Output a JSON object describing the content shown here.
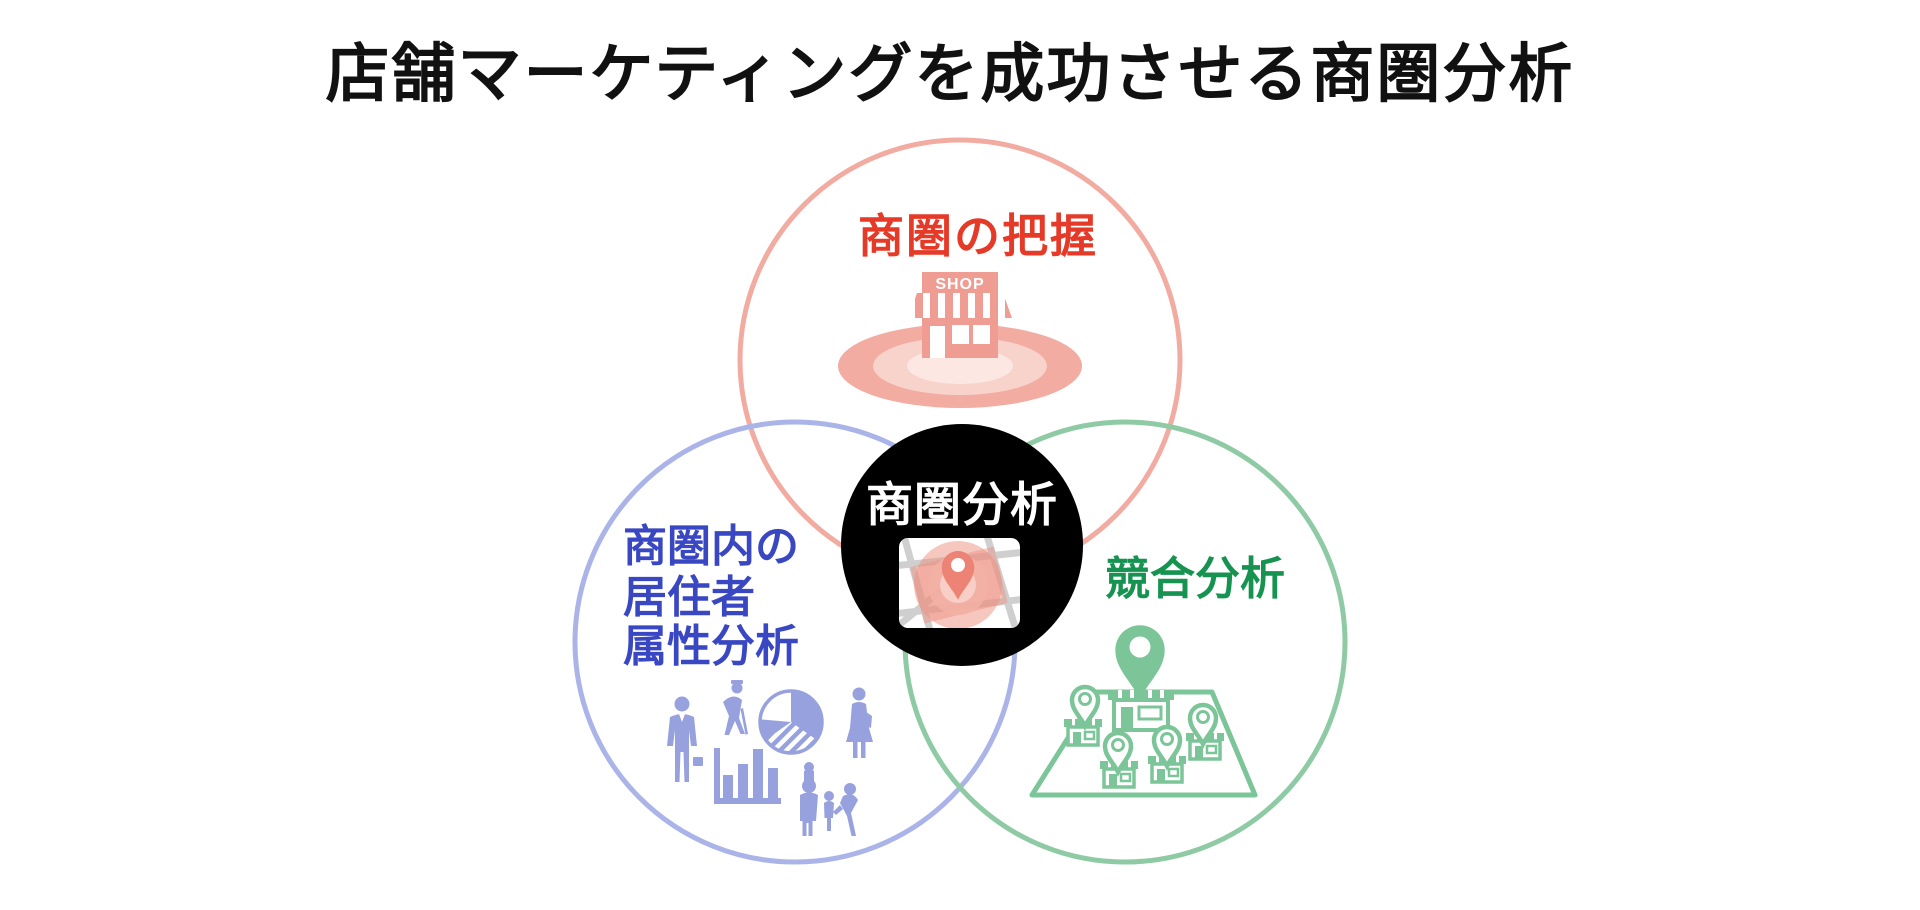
{
  "title": "店舗マーケティングを成功させる商圏分析",
  "circles": {
    "top": {
      "label": "商圏の把握",
      "shop_sign": "SHOP",
      "color": "#e53a28",
      "ring": "#f2aba1",
      "icon_color": "#ef9d92"
    },
    "left": {
      "label_line1": "商圏内の",
      "label_line2": "居住者",
      "label_line3": "属性分析",
      "color": "#3a47c2",
      "ring": "#aab4e8",
      "icon_color": "#97a1dd"
    },
    "right": {
      "label": "競合分析",
      "color": "#169351",
      "ring": "#8ecaa4",
      "icon_color": "#7cc598"
    },
    "center": {
      "label": "商圏分析",
      "bg": "#000000",
      "text_color": "#ffffff"
    }
  }
}
